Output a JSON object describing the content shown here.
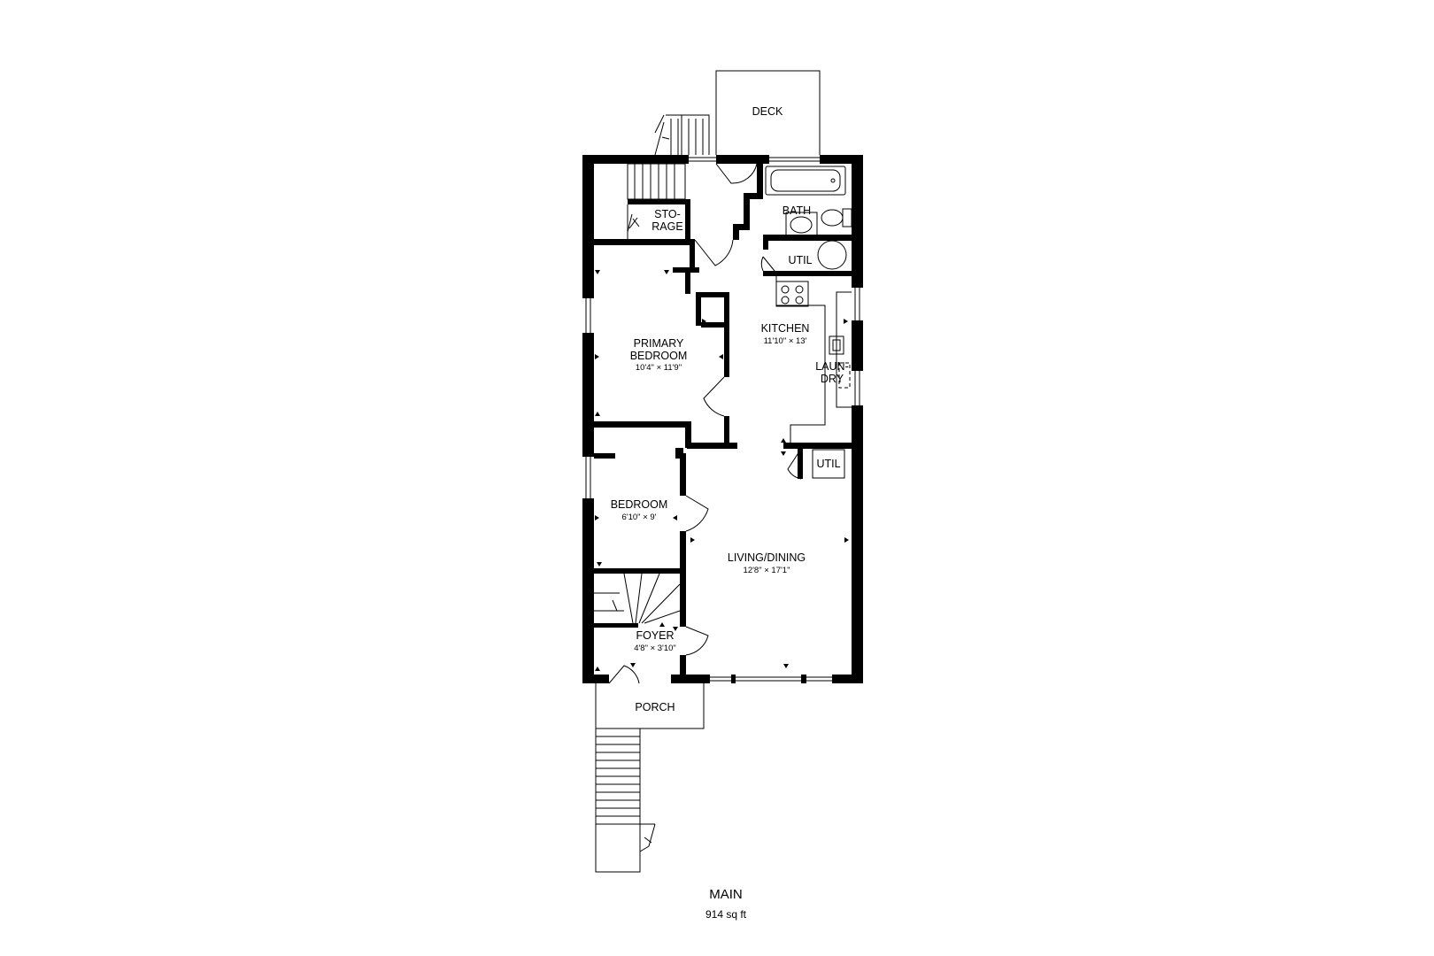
{
  "floor": {
    "name": "MAIN",
    "area": "914 sq ft"
  },
  "rooms": {
    "deck": {
      "name": "DECK"
    },
    "storage": {
      "name_line1": "STO-",
      "name_line2": "RAGE"
    },
    "bath": {
      "name": "BATH"
    },
    "util_upper": {
      "name": "UTIL"
    },
    "primary_bedroom": {
      "name_line1": "PRIMARY",
      "name_line2": "BEDROOM",
      "dims": "10'4\" × 11'9\""
    },
    "kitchen": {
      "name": "KITCHEN",
      "dims": "11'10\" × 13'"
    },
    "laundry": {
      "name_line1": "LAUN-",
      "name_line2": "DRY"
    },
    "util_lower": {
      "name": "UTIL"
    },
    "bedroom": {
      "name": "BEDROOM",
      "dims": "6'10\" × 9'"
    },
    "living_dining": {
      "name": "LIVING/DINING",
      "dims": "12'8\" × 17'1\""
    },
    "foyer": {
      "name": "FOYER",
      "dims": "4'8\" × 3'10\""
    },
    "porch": {
      "name": "PORCH"
    }
  }
}
